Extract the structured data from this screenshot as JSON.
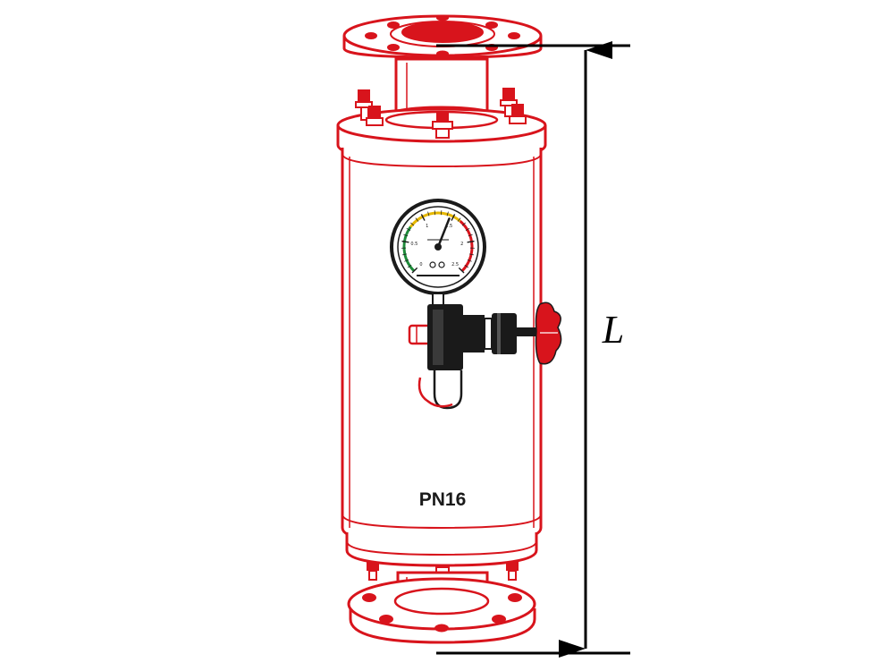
{
  "vessel": {
    "pressure_rating": "PN16",
    "body_color": "#d8141c",
    "outline_color": "#1a1a1a"
  },
  "gauge": {
    "scale_labels": [
      "0",
      "0.5",
      "1",
      "1.5",
      "2",
      "2.5"
    ],
    "needle_fraction": 0.58,
    "zone_colors": [
      "#1e8b3a",
      "#e6b800",
      "#d8141c"
    ]
  },
  "dimension": {
    "label": "L"
  },
  "icons": [
    "gauge-icon",
    "valve-handle-icon",
    "bolt-icon",
    "flange-icon"
  ]
}
